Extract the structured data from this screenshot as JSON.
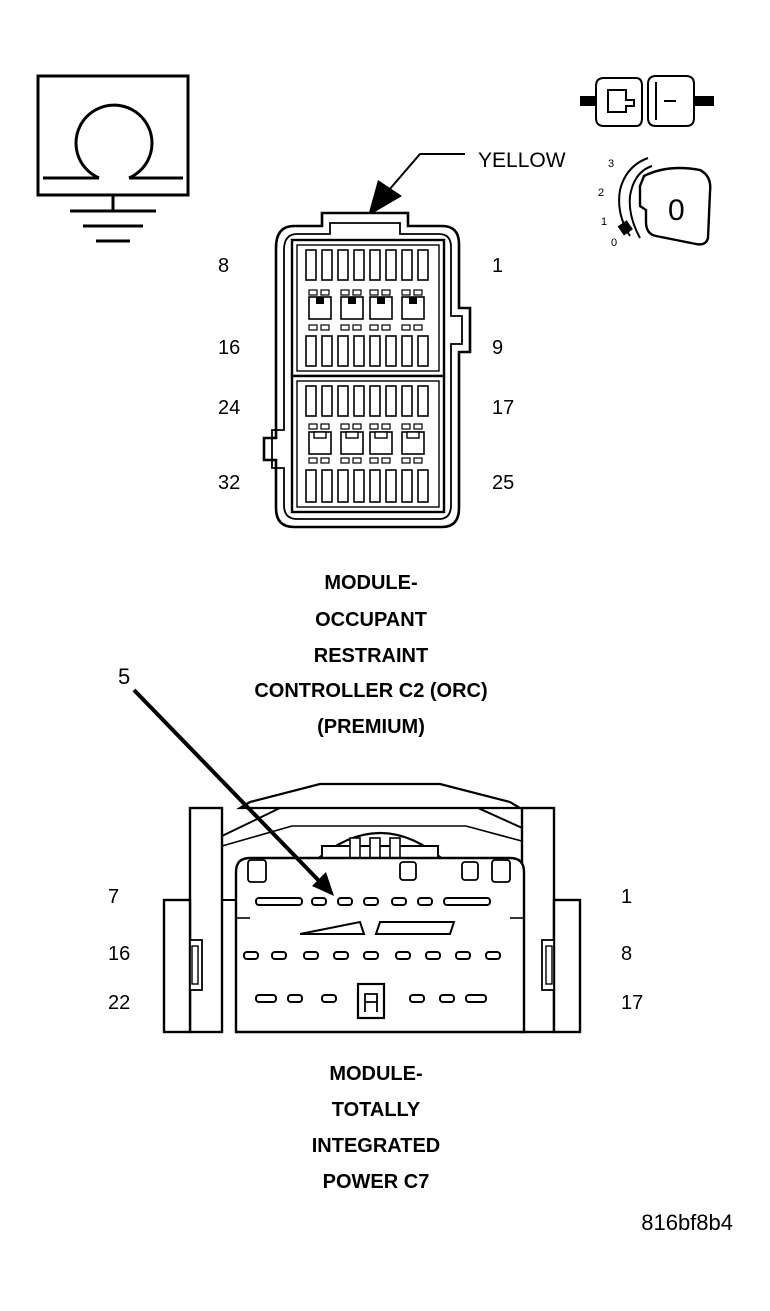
{
  "ohmmeter_icon": {
    "symbol": "Ω",
    "icon": "ohmmeter-ground-icon"
  },
  "ignition_icon": {
    "icon": "ignition-key-switch-icon",
    "plug_icon": "connector-plug-icon",
    "positions": [
      "3",
      "2",
      "1",
      "0"
    ],
    "key_label": "0"
  },
  "orc_connector": {
    "color_label": "YELLOW",
    "pins_left": [
      "8",
      "16",
      "24",
      "32"
    ],
    "pins_right": [
      "1",
      "9",
      "17",
      "25"
    ],
    "title_lines": [
      "MODULE-",
      "OCCUPANT",
      "RESTRAINT",
      "CONTROLLER C2 (ORC)",
      "(PREMIUM)"
    ]
  },
  "tipm_connector": {
    "callout": "5",
    "pins_left": [
      "7",
      "16",
      "22"
    ],
    "pins_right": [
      "1",
      "8",
      "17"
    ],
    "title_lines": [
      "MODULE-",
      "TOTALLY",
      "INTEGRATED",
      "POWER C7"
    ]
  },
  "figure_id": "816bf8b4"
}
